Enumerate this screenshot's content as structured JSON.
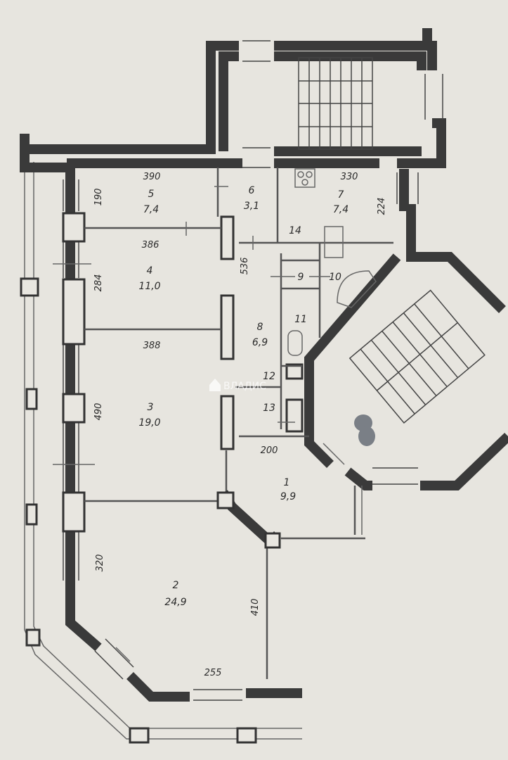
{
  "rooms": [
    {
      "no": "1",
      "area": "9,9"
    },
    {
      "no": "2",
      "area": "24,9"
    },
    {
      "no": "3",
      "area": "19,0"
    },
    {
      "no": "4",
      "area": "11,0"
    },
    {
      "no": "5",
      "area": "7,4"
    },
    {
      "no": "6",
      "area": "3,1"
    },
    {
      "no": "7",
      "area": "7,4"
    },
    {
      "no": "8",
      "area": "6,9"
    },
    {
      "no": "9",
      "area": ""
    },
    {
      "no": "10",
      "area": ""
    },
    {
      "no": "11",
      "area": ""
    },
    {
      "no": "12",
      "area": ""
    },
    {
      "no": "13",
      "area": ""
    },
    {
      "no": "14",
      "area": ""
    }
  ],
  "dimensions": {
    "d390": "390",
    "d190": "190",
    "d330": "330",
    "d224": "224",
    "d386": "386",
    "d284": "284",
    "d536": "536",
    "d388": "388",
    "d490": "490",
    "d200": "200",
    "d320": "320",
    "d410": "410",
    "d255": "255"
  },
  "watermark": "ВЛАДИС"
}
